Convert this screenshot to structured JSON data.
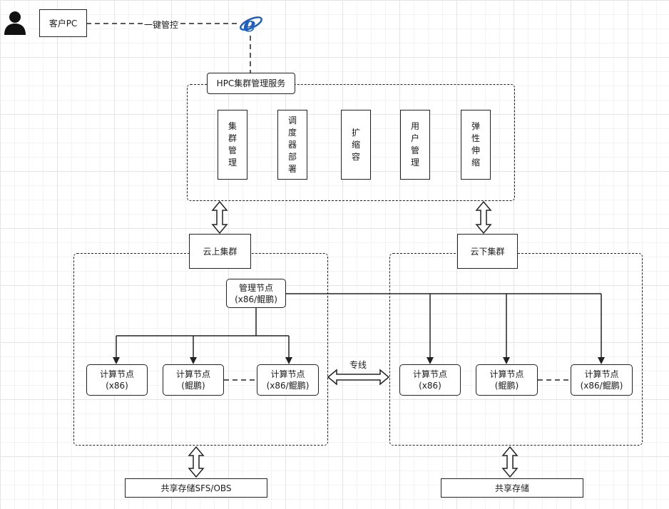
{
  "client": {
    "label": "客户PC"
  },
  "connection": {
    "label": "一键管控"
  },
  "hpc_service": {
    "title": "HPC集群管理服务",
    "modules": [
      "集群管理",
      "调度器部署",
      "扩缩容",
      "用户管理",
      "弹性伸缩"
    ]
  },
  "cloud_cluster": {
    "title": "云上集群",
    "manager_node": "管理节点\n(x86/鲲鹏)",
    "compute_nodes": [
      "计算节点\n(x86)",
      "计算节点\n(鲲鹏)",
      "计算节点\n(x86/鲲鹏)"
    ],
    "storage": "共享存储SFS/OBS"
  },
  "dedicated_line": {
    "label": "专线"
  },
  "onprem_cluster": {
    "title": "云下集群",
    "compute_nodes": [
      "计算节点\n(x86)",
      "计算节点\n(鲲鹏)",
      "计算节点\n(x86/鲲鹏)"
    ],
    "storage": "共享存储"
  },
  "icons": {
    "user": "user-icon",
    "browser": "internet-explorer-icon"
  },
  "colors": {
    "line": "#222222",
    "browser_blue": "#1f5fbf"
  }
}
